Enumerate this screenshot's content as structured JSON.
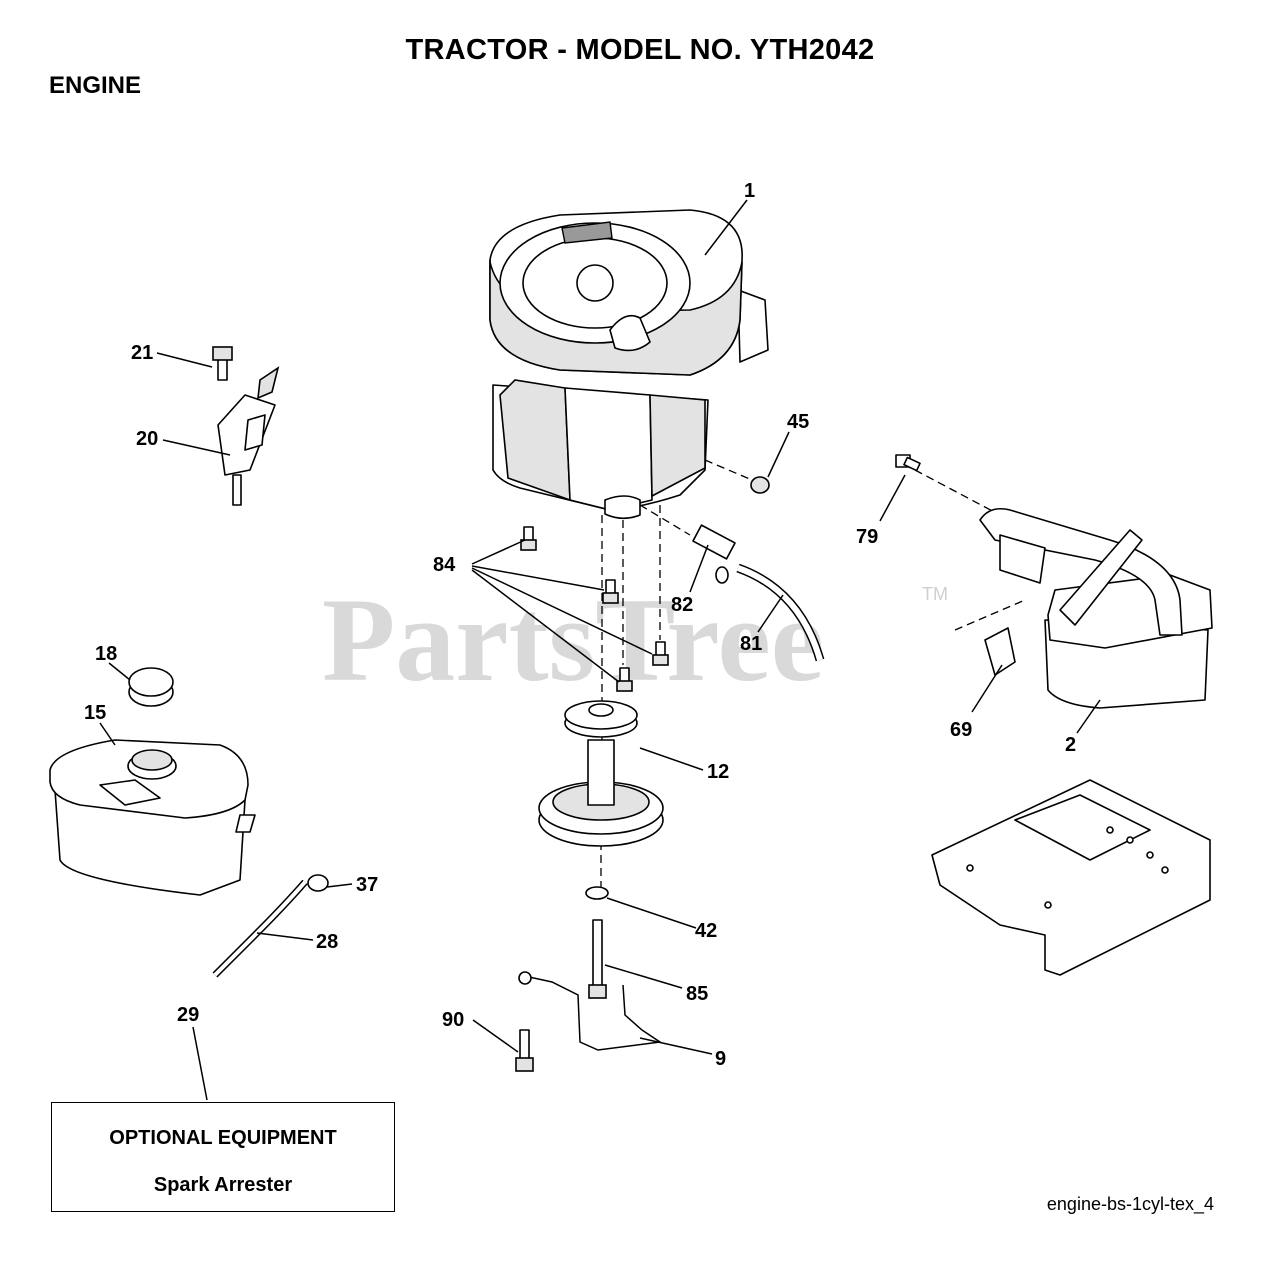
{
  "title": "TRACTOR - MODEL NO. YTH2042",
  "section": "ENGINE",
  "watermark": "PartsTree",
  "trademark": "TM",
  "callouts": {
    "c1": "1",
    "c2": "2",
    "c9": "9",
    "c12": "12",
    "c15": "15",
    "c18": "18",
    "c20": "20",
    "c21": "21",
    "c28": "28",
    "c29": "29",
    "c37": "37",
    "c42": "42",
    "c45": "45",
    "c69": "69",
    "c79": "79",
    "c81": "81",
    "c82": "82",
    "c84": "84",
    "c85": "85",
    "c90": "90"
  },
  "optional": {
    "heading": "OPTIONAL EQUIPMENT",
    "item": "Spark Arrester"
  },
  "reference": "engine-bs-1cyl-tex_4"
}
